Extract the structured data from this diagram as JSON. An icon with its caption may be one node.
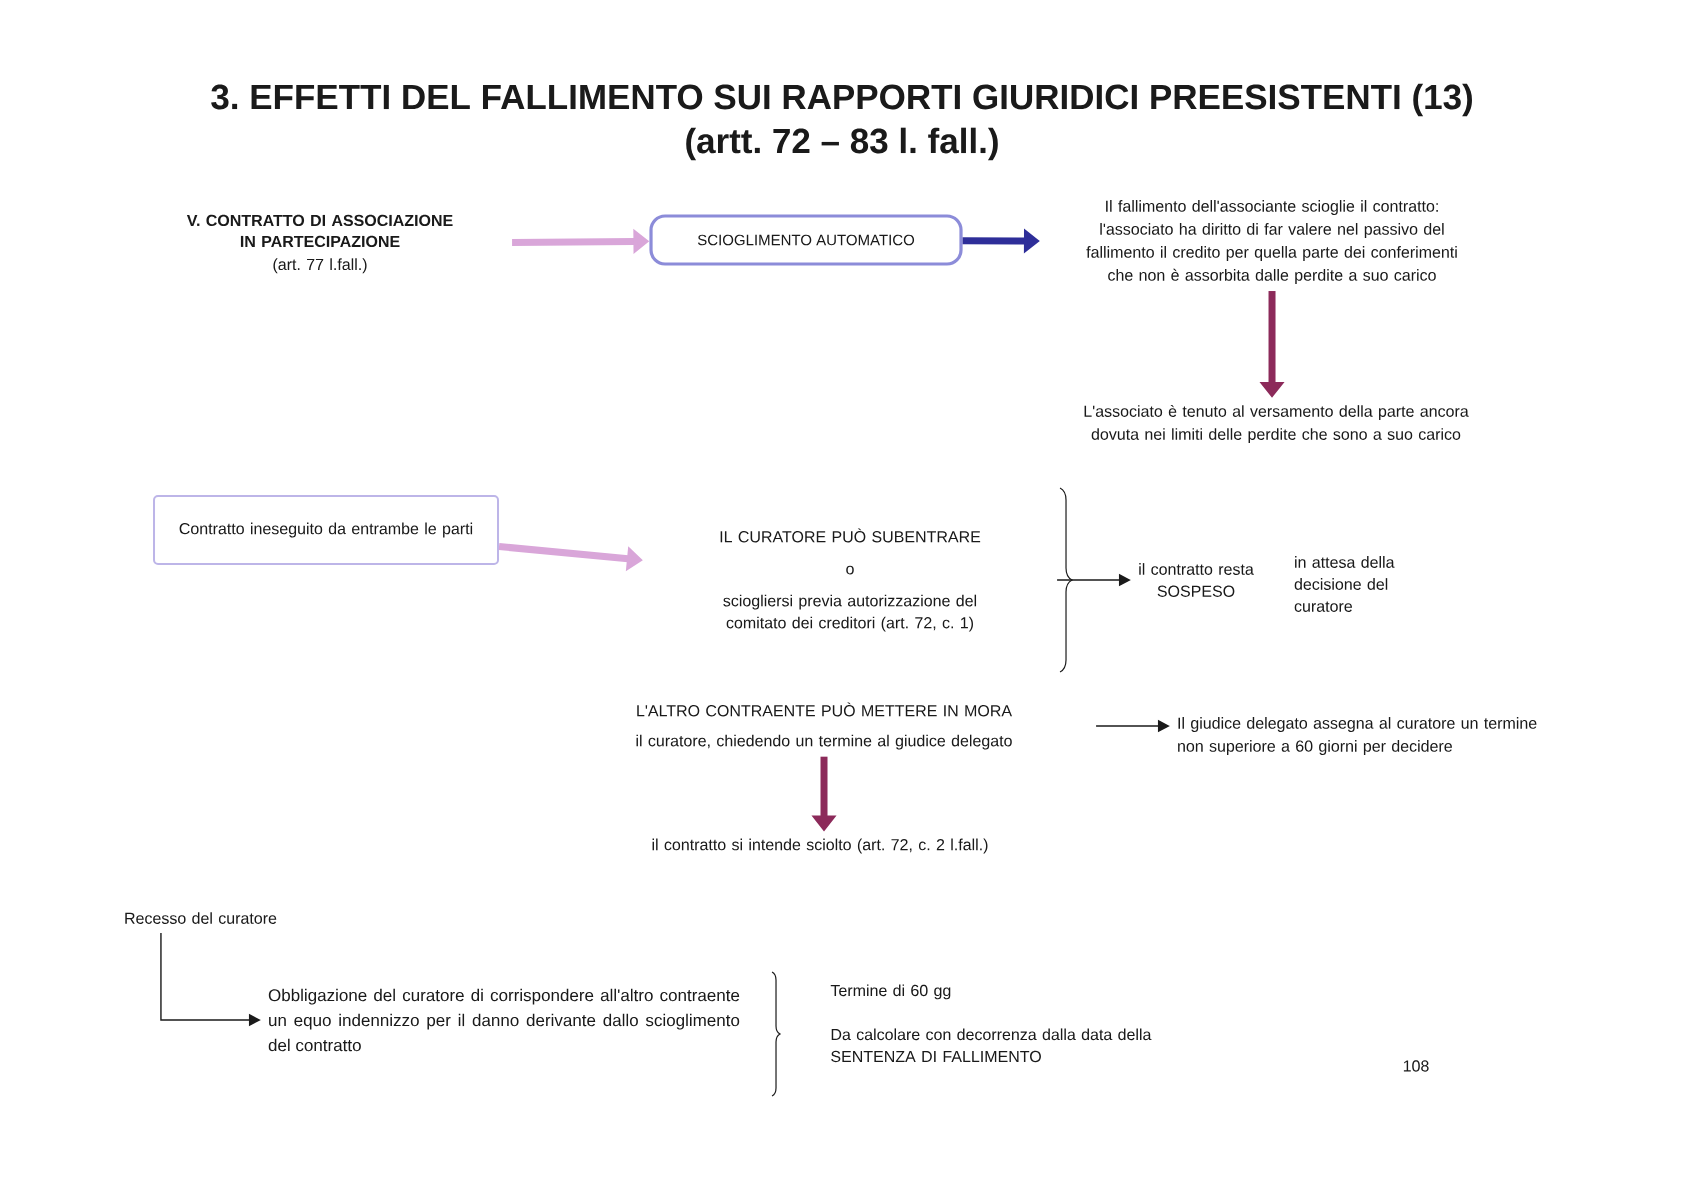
{
  "diagram": {
    "title": "3. EFFETTI DEL FALLIMENTO SUI RAPPORTI GIURIDICI PREESISTENTI (13) (artt. 72 – 83 l. fall.)",
    "nodes": [
      {
        "text": [
          "V. CONTRATTO DI ASSOCIAZIONE IN PARTECIPAZIONE",
          "(art. 77 l.fall.)"
        ]
      },
      {
        "text": [
          "SCIOGLIMENTO AUTOMATICO"
        ]
      },
      {
        "text": [
          "Il fallimento dell'associante scioglie il contratto: l'associato ha diritto di far valere nel passivo del fallimento il credito per quella parte dei conferimenti che non è assorbita dalle perdite a suo carico"
        ]
      },
      {
        "text": [
          "L'associato è tenuto al versamento della parte ancora dovuta nei limiti delle perdite che sono a suo carico"
        ]
      },
      {
        "text": [
          "Contratto ineseguito da entrambe le parti"
        ]
      },
      {
        "text": [
          "IL CURATORE PUÒ SUBENTRARE",
          "o",
          "sciogliersi previa autorizzazione del comitato dei creditori (art. 72, c. 1)"
        ]
      },
      {
        "text": [
          "il contratto resta SOSPESO"
        ],
        "beside": [
          "in attesa della decisione del curatore"
        ]
      },
      {
        "text": [
          "L'ALTRO CONTRAENTE PUÒ METTERE IN MORA",
          "il curatore, chiedendo un termine al giudice delegato"
        ]
      },
      {
        "text": [
          "Il giudice delegato assegna al curatore un termine non superiore a 60 giorni per decidere"
        ]
      },
      {
        "text": [
          "il contratto si intende sciolto (art. 72, c. 2 l.fall.)"
        ]
      },
      {
        "text": [
          "Recesso del curatore"
        ]
      },
      {
        "text": [
          "Obbligazione del curatore di corrispondere all'altro contraente un equo indennizzo per il danno derivante dallo scioglimento del contratto"
        ]
      }
    ],
    "edges": [
      {
        "from": 0,
        "to": 1,
        "arrow": "to",
        "color": "#d9a6d9"
      },
      {
        "from": 1,
        "to": 2,
        "arrow": "to",
        "color": "#2e2e99"
      },
      {
        "from": 2,
        "to": 3,
        "arrow": "to",
        "color": "#8c2a5a"
      },
      {
        "from": 4,
        "to": 5,
        "arrow": "to",
        "color": "#d9a6d9"
      },
      {
        "from": 5,
        "to": 6,
        "arrow": "to",
        "color": "#1a1a1a"
      },
      {
        "from": 7,
        "to": 8,
        "arrow": "to",
        "color": "#1a1a1a"
      },
      {
        "from": 7,
        "to": 9,
        "arrow": "to",
        "color": "#8c2a5a"
      },
      {
        "from": 10,
        "to": 11,
        "arrow": "to",
        "color": "#1a1a1a"
      }
    ],
    "labels": [
      "Termine di 60 gg",
      "Da calcolare con decorrenza dalla data della SENTENZA DI FALLIMENTO",
      "108"
    ]
  }
}
